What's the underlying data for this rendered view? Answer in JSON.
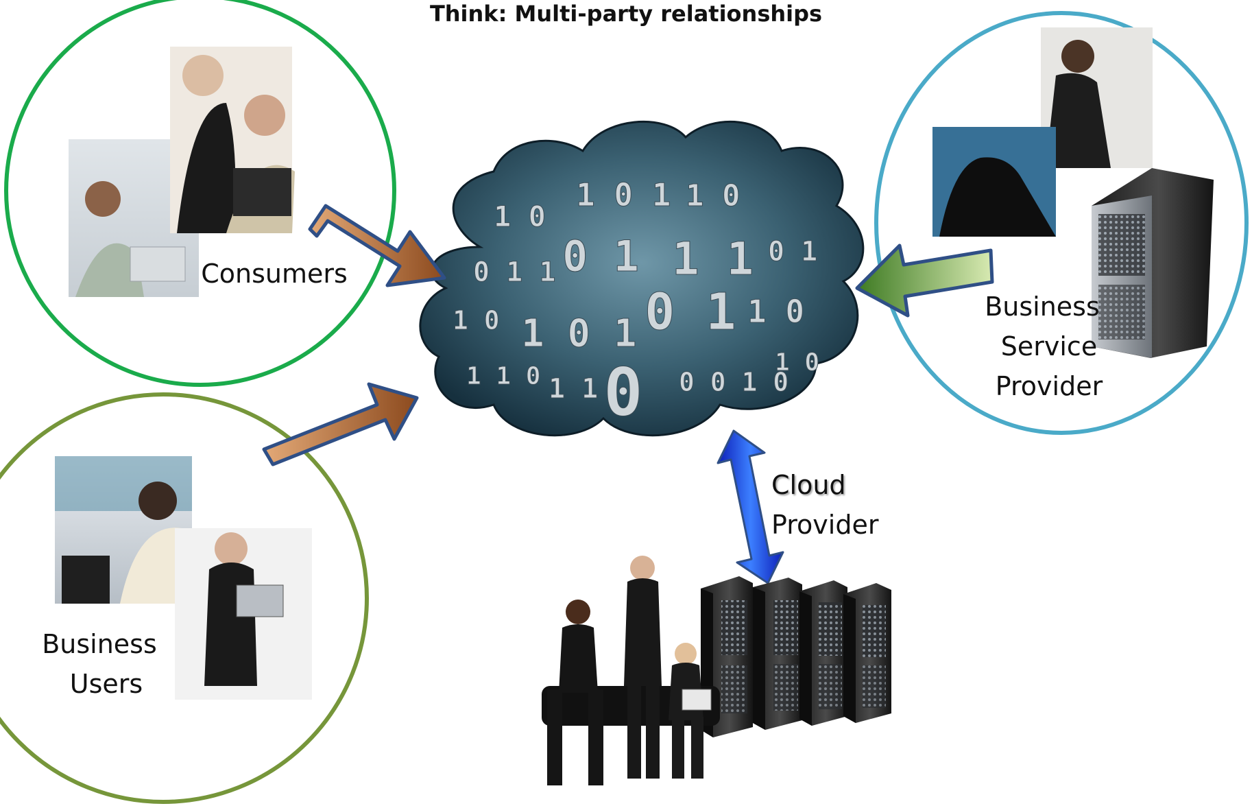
{
  "title": "Think: Multi-party relationships",
  "groups": {
    "consumers": {
      "label": "Consumers",
      "ring_color": "#1aab4b"
    },
    "business_users": {
      "label_line1": "Business",
      "label_line2": "Users",
      "ring_color": "#76963a"
    },
    "business_service_provider": {
      "label_line1": "Business",
      "label_line2": "Service",
      "label_line3": "Provider",
      "ring_color": "#4aaac8"
    },
    "cloud_provider": {
      "label_line1": "Cloud",
      "label_line2": "Provider"
    }
  },
  "colors": {
    "brown_arrow": "#9a5a2c",
    "green_arrow": "#4f8a2a",
    "blue_arrow": "#1530d8",
    "arrow_outline": "#2f4f86",
    "cloud_dark": "#1e3848",
    "cloud_light": "#5f8496"
  },
  "icons": {
    "cloud": "data-cloud-icon",
    "server": "server-tower-icon",
    "people": "people-photo-icon"
  }
}
